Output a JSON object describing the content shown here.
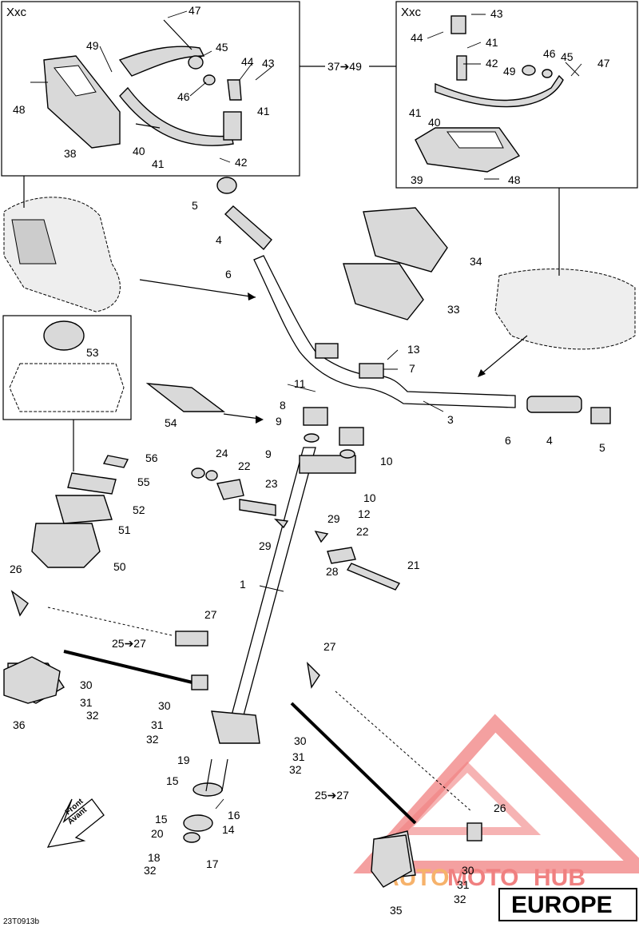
{
  "diagram_code": "23T0913b",
  "boxes": {
    "left_variant": "Xxc",
    "right_variant": "Xxc",
    "range_label": "37➔49"
  },
  "front_arrow": {
    "line1": "Front",
    "line2": "Avant"
  },
  "watermark": {
    "brand_left": "AUTO",
    "brand_mid": "MOTO",
    "brand_right": "HUB",
    "region": "EUROPE"
  },
  "labels": {
    "p1": "1",
    "p3": "3",
    "p4a": "4",
    "p4b": "4",
    "p5a": "5",
    "p5b": "5",
    "p6a": "6",
    "p6b": "6",
    "p7": "7",
    "p8": "8",
    "p9a": "9",
    "p9b": "9",
    "p10a": "10",
    "p10b": "10",
    "p11": "11",
    "p12": "12",
    "p13": "13",
    "p14": "14",
    "p15a": "15",
    "p15b": "15",
    "p16": "16",
    "p17": "17",
    "p18": "18",
    "p19": "19",
    "p20": "20",
    "p21": "21",
    "p22a": "22",
    "p22b": "22",
    "p23": "23",
    "p24": "24",
    "p25a": "25➔27",
    "p25b": "25➔27",
    "p26a": "26",
    "p26b": "26",
    "p27a": "27",
    "p27b": "27",
    "p28": "28",
    "p29a": "29",
    "p29b": "29",
    "p30a": "30",
    "p30b": "30",
    "p30c": "30",
    "p30d": "30",
    "p31a": "31",
    "p31b": "31",
    "p31c": "31",
    "p31d": "31",
    "p32a": "32",
    "p32b": "32",
    "p32c": "32",
    "p32d": "32",
    "p32e": "32",
    "p33": "33",
    "p34": "34",
    "p35": "35",
    "p36": "36",
    "p38": "38",
    "p39": "39",
    "p40a": "40",
    "p40b": "40",
    "p41a": "41",
    "p41b": "41",
    "p41c": "41",
    "p41d": "41",
    "p42a": "42",
    "p42b": "42",
    "p43a": "43",
    "p43b": "43",
    "p44a": "44",
    "p44b": "44",
    "p45a": "45",
    "p45b": "45",
    "p46a": "46",
    "p46b": "46",
    "p47a": "47",
    "p47b": "47",
    "p48a": "48",
    "p48b": "48",
    "p49a": "49",
    "p49b": "49",
    "p50": "50",
    "p51": "51",
    "p52": "52",
    "p53": "53",
    "p54": "54",
    "p55": "55",
    "p56": "56"
  }
}
